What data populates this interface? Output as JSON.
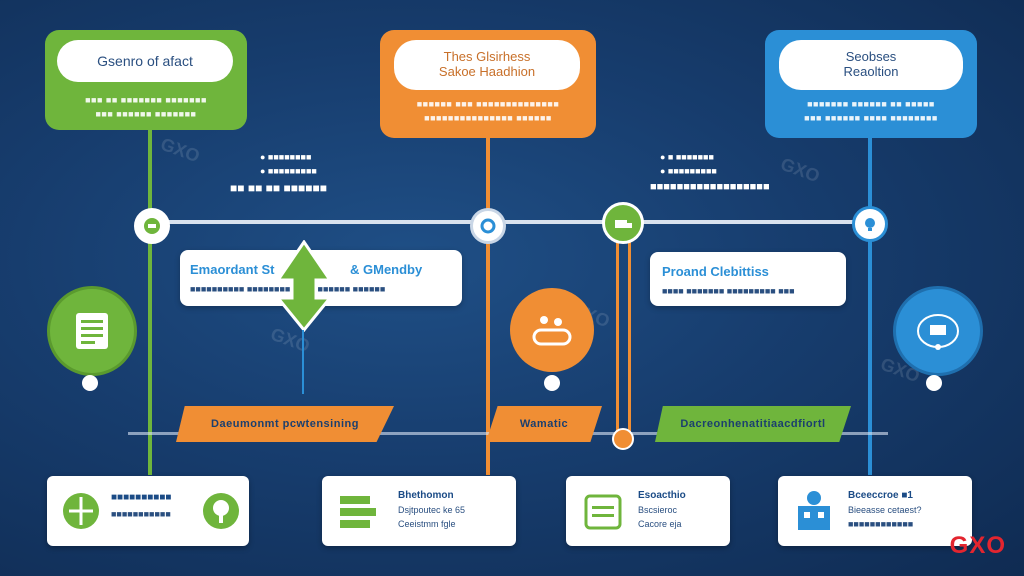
{
  "headers": {
    "left": {
      "title": "Gsenro of afact",
      "sub1": "■■■ ■■ ■■■■■■■ ■■■■■■■",
      "sub2": "■■■ ■■■■■■ ■■■■■■■"
    },
    "middle": {
      "title1": "Thes Glsirhess",
      "title2": "Sakoe Haadhion",
      "sub1": "■■■■■■ ■■■ ■■■■■■■■■■■■■■",
      "sub2": "■■■■■■■■■■■■■■■ ■■■■■■"
    },
    "right": {
      "title1": "Seobses",
      "title2": "Reaoltion",
      "sub1": "■■■■■■■ ■■■■■■ ■■ ■■■■■",
      "sub2": "■■■ ■■■■■■ ■■■■ ■■■■■■■■"
    }
  },
  "notes": {
    "left1": "● ■■■■■■■■",
    "left2": "● ■■■■■■■■■",
    "left3": "■■ ■■ ■■ ■■■■■■",
    "right1": "● ■ ■■■■■■■",
    "right2": "● ■■■■■■■■■",
    "right3": "■■■■■■■■■■■■■■■■■■"
  },
  "info_boxes": {
    "left": {
      "title1": "Emaordant St",
      "title2": "& GMendby",
      "text": "■■■■■■■■■■ ■■■■■■■■■■■■■■■■■■■ ■■■■■■"
    },
    "right": {
      "title": "Proand Clebittiss",
      "text": "■■■■ ■■■■■■■ ■■■■■■■■■ ■■■"
    }
  },
  "banners": {
    "left": "Daeumonmt pcwtensining",
    "middle": "Wamatic",
    "right": "Dacreonhenatitiaacdfiortl"
  },
  "bottom_cards": [
    {
      "title": "■■■■■■■■■■",
      "text": "■■■■■■■■■■■"
    },
    {
      "title": "Bhethomon",
      "text1": "Dsjtpoutec ke 65",
      "text2": "Ceeistmm fgle"
    },
    {
      "title": "Esoacthio",
      "text1": "Bscsieroc",
      "text2": "Cacore eja"
    },
    {
      "title": "Bceeccroe ■1",
      "text1": "Bieeasse cetaest?",
      "text2": "■■■■■■■■■■■■"
    }
  ],
  "watermark": "GXO",
  "brand": "GXO",
  "colors": {
    "green": "#6fb53c",
    "orange": "#f08e34",
    "blue": "#2b8fd6",
    "navy": "#173d6e",
    "brand_red": "#e3252f"
  }
}
